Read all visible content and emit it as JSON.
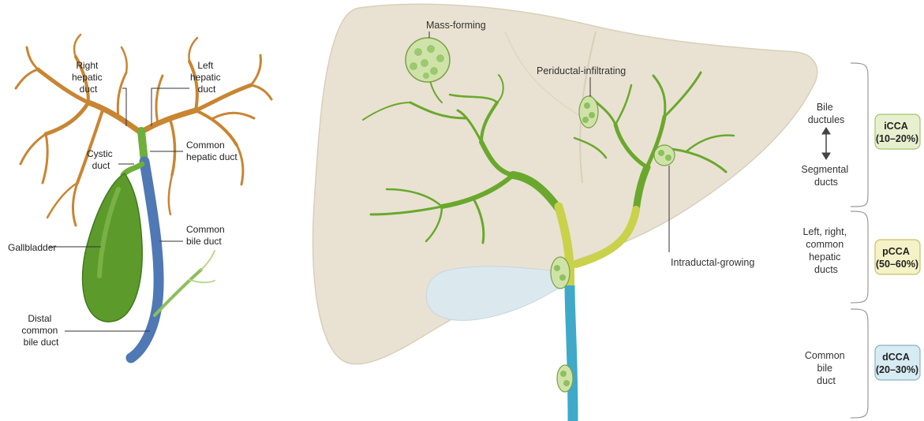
{
  "left_panel": {
    "labels": {
      "right_hepatic_duct": [
        "Right",
        "hepatic",
        "duct"
      ],
      "left_hepatic_duct": [
        "Left",
        "hepatic",
        "duct"
      ],
      "cystic_duct": [
        "Cystic",
        "duct"
      ],
      "common_hepatic_duct": [
        "Common",
        "hepatic duct"
      ],
      "common_bile_duct": [
        "Common",
        "bile duct"
      ],
      "gallbladder": [
        "Gallbladder"
      ],
      "distal_common_bile_duct": [
        "Distal",
        "common",
        "bile duct"
      ]
    },
    "colors": {
      "hepatic_ducts": "#c98532",
      "common_hepatic": "#6fae3a",
      "common_bile": "#4f78b4",
      "gallbladder": "#5d9a2c"
    }
  },
  "right_panel": {
    "labels": {
      "mass_forming": "Mass-forming",
      "periductal_infiltrating": "Periductal-infiltrating",
      "intraductal_growing": "Intraductal-growing"
    },
    "levels": [
      {
        "location": [
          "Bile",
          "ductules"
        ],
        "location_bottom": [
          "Segmental",
          "ducts"
        ],
        "badge": [
          "iCCA",
          "(10–20%)"
        ],
        "badge_color": "#e6f0cf",
        "badge_border": "#a9c16a"
      },
      {
        "location": [
          "Left, right,",
          "common",
          "hepatic",
          "ducts"
        ],
        "badge": [
          "pCCA",
          "(50–60%)"
        ],
        "badge_color": "#f4f2c6",
        "badge_border": "#c7c26a"
      },
      {
        "location": [
          "Common",
          "bile",
          "duct"
        ],
        "badge": [
          "dCCA",
          "(20–30%)"
        ],
        "badge_color": "#d7ebf2",
        "badge_border": "#86b4c8"
      }
    ],
    "colors": {
      "liver": "#e9e2d2",
      "intrahepatic_ducts": "#6aa82d",
      "perihilar_ducts": "#c9d24a",
      "distal_duct": "#3fa9c9",
      "tumor": "#cfe3a8"
    }
  }
}
